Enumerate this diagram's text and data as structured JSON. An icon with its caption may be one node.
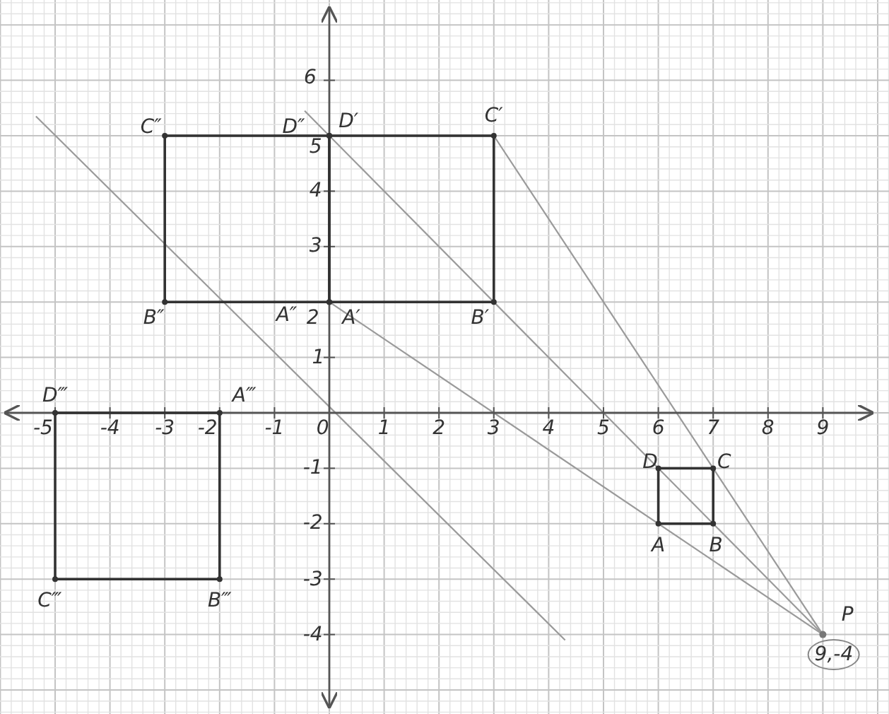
{
  "diagram": {
    "labels": [
      "6",
      "C″",
      "D″",
      "D′",
      "C′",
      "5",
      "4",
      "3",
      "B″",
      "A″",
      "2",
      "A′",
      "B′",
      "1",
      "D‴",
      "A‴",
      "-5",
      "-4",
      "-3",
      "-2",
      "-1",
      "0",
      "1",
      "2",
      "3",
      "4",
      "5",
      "6",
      "7",
      "8",
      "9",
      "-1",
      "D",
      "C",
      "-2",
      "A",
      "B",
      "-3",
      "C‴",
      "B‴",
      "-4",
      "P",
      "9,-4"
    ]
  }
}
